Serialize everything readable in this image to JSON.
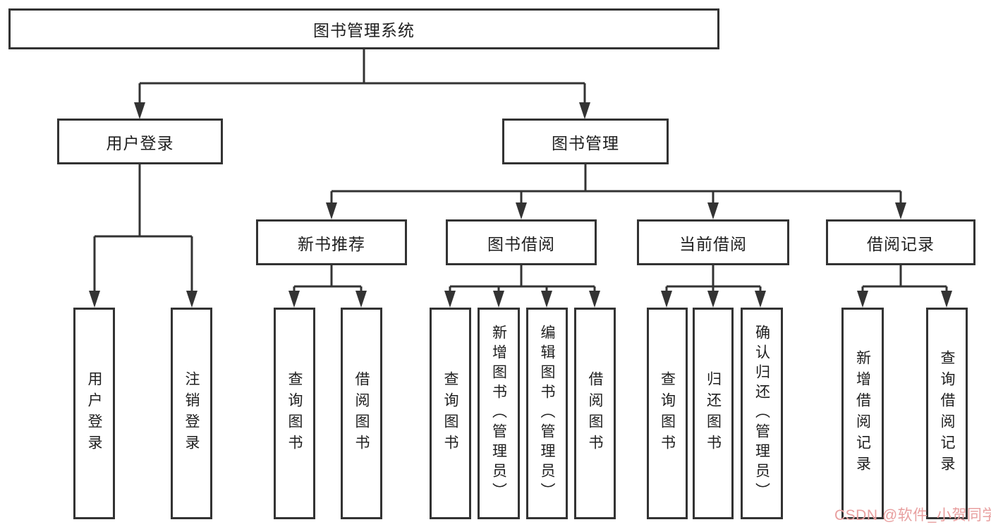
{
  "tree": {
    "root": {
      "label": "图书管理系统",
      "children": [
        {
          "label": "用户登录",
          "children": [
            {
              "label": "用户登录"
            },
            {
              "label": "注销登录"
            }
          ]
        },
        {
          "label": "图书管理",
          "children": [
            {
              "label": "新书推荐",
              "children": [
                {
                  "label": "查询图书"
                },
                {
                  "label": "借阅图书"
                }
              ]
            },
            {
              "label": "图书借阅",
              "children": [
                {
                  "label": "查询图书"
                },
                {
                  "label": "新增图书（管理员）"
                },
                {
                  "label": "编辑图书（管理员）"
                },
                {
                  "label": "借阅图书"
                }
              ]
            },
            {
              "label": "当前借阅",
              "children": [
                {
                  "label": "查询图书"
                },
                {
                  "label": "归还图书"
                },
                {
                  "label": "确认归还（管理员）"
                }
              ]
            },
            {
              "label": "借阅记录",
              "children": [
                {
                  "label": "新增借阅记录"
                },
                {
                  "label": "查询借阅记录"
                }
              ]
            }
          ]
        }
      ]
    }
  },
  "watermark": {
    "text": "CSDN @软件_小贺同学",
    "color": "#e89f9f"
  },
  "colors": {
    "line": "#333333",
    "box_border": "#333333",
    "box_fill": "#ffffff",
    "text": "#1f1f1f"
  }
}
